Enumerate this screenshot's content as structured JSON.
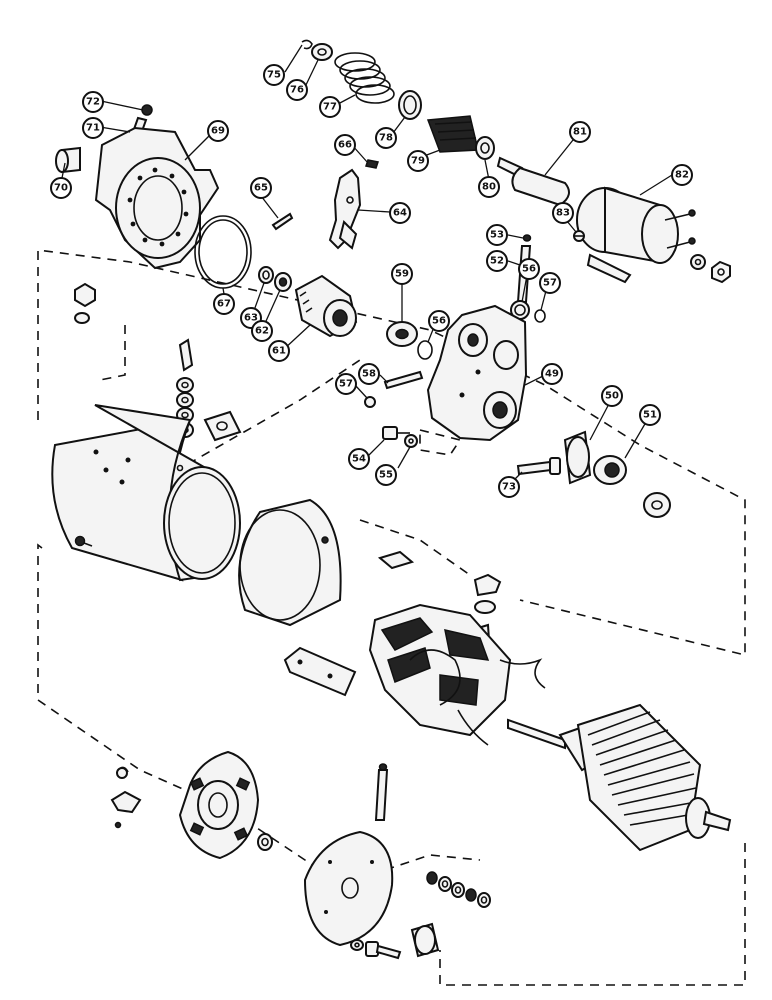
{
  "callouts": {
    "c75": "75",
    "c76": "76",
    "c77": "77",
    "c78": "78",
    "c79": "79",
    "c72": "72",
    "c71": "71",
    "c69": "69",
    "c70": "70",
    "c66": "66",
    "c65": "65",
    "c64": "64",
    "c81": "81",
    "c80": "80",
    "c82": "82",
    "c83": "83",
    "c53": "53",
    "c52": "52",
    "c56a": "56",
    "c57a": "57",
    "c67": "67",
    "c63": "63",
    "c62": "62",
    "c61": "61",
    "c59": "59",
    "c56b": "56",
    "c58": "58",
    "c57b": "57",
    "c49": "49",
    "c50": "50",
    "c51": "51",
    "c54": "54",
    "c55": "55",
    "c73": "73"
  }
}
